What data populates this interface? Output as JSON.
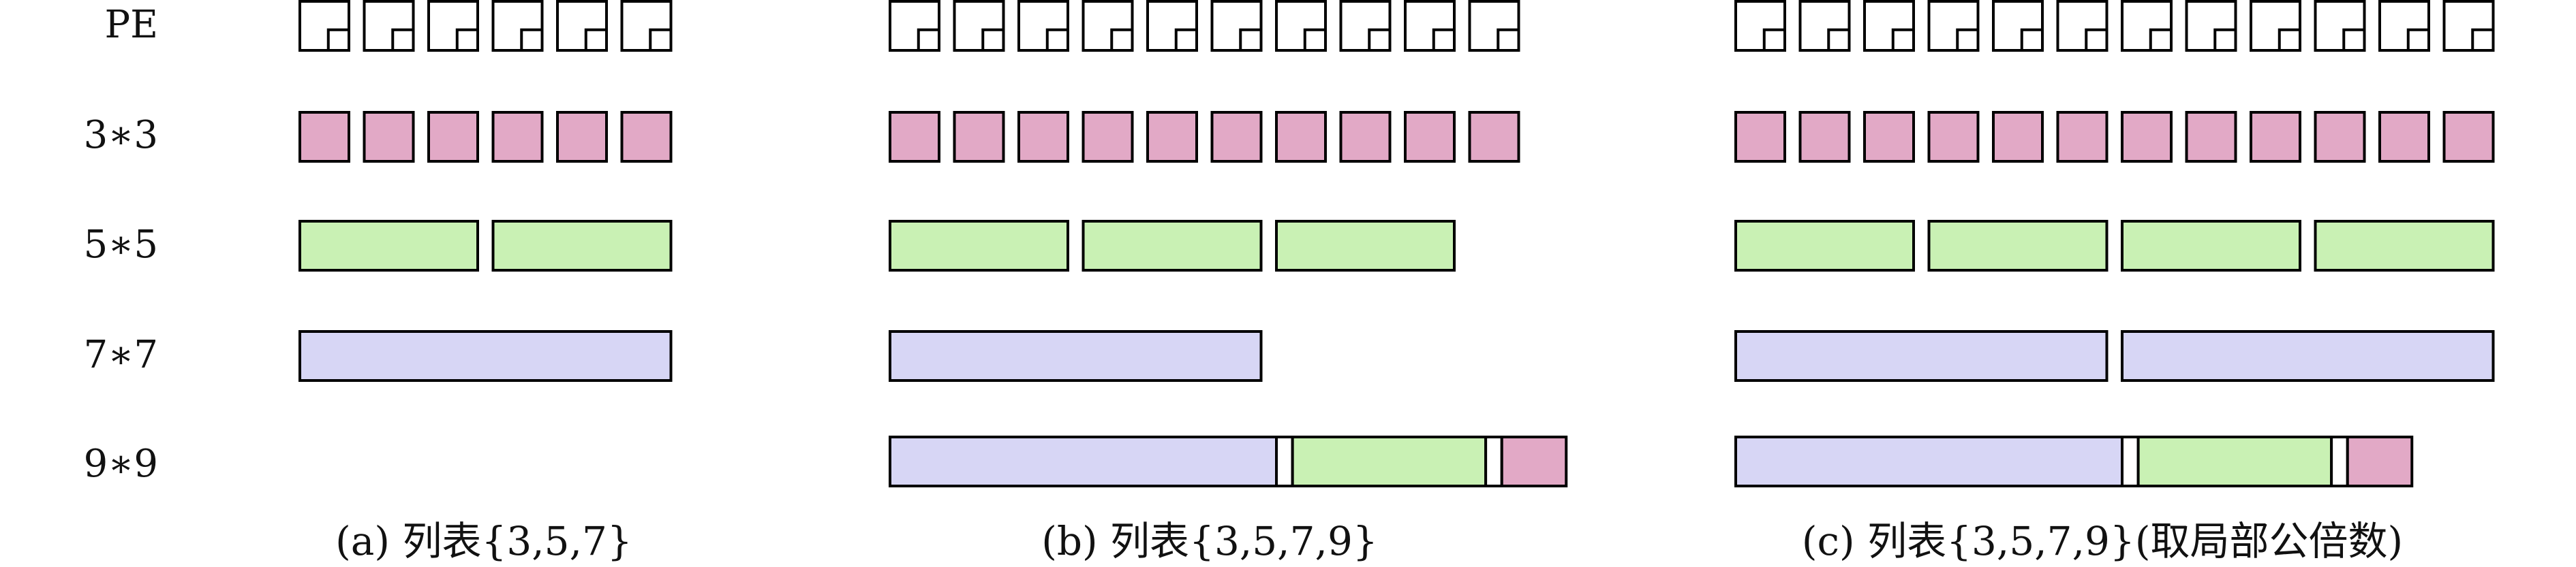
{
  "row_labels": [
    "PE",
    "3∗3",
    "5∗5",
    "7∗7",
    "9∗9"
  ],
  "panels": [
    {
      "caption": "(a) 列表{3,5,7}",
      "pe_count": 6,
      "rows": [
        [],
        [
          1,
          1,
          1,
          1,
          1,
          1
        ],
        [
          3,
          3
        ],
        [
          6
        ],
        []
      ]
    },
    {
      "caption": "(b) 列表{3,5,7,9}",
      "pe_count": 10,
      "rows": [
        [],
        [
          1,
          1,
          1,
          1,
          1,
          1,
          1,
          1,
          1,
          1
        ],
        [
          3,
          3,
          3
        ],
        [
          6
        ],
        [
          6,
          0.25,
          3,
          0.25,
          1
        ]
      ]
    },
    {
      "caption": "(c) 列表{3,5,7,9}(取局部公倍数)",
      "pe_count": 12,
      "rows": [
        [],
        [
          1,
          1,
          1,
          1,
          1,
          1,
          1,
          1,
          1,
          1,
          1,
          1
        ],
        [
          3,
          3,
          3,
          3
        ],
        [
          6,
          6
        ],
        [
          6,
          0.25,
          3,
          0.25,
          1
        ]
      ]
    }
  ],
  "colors": {
    "kernel_3x3": "#e2a9c6",
    "kernel_5x5": "#c9f1b4",
    "kernel_7x7": "#d7d6f5",
    "gap": "#ffffff",
    "stroke": "#000000"
  }
}
